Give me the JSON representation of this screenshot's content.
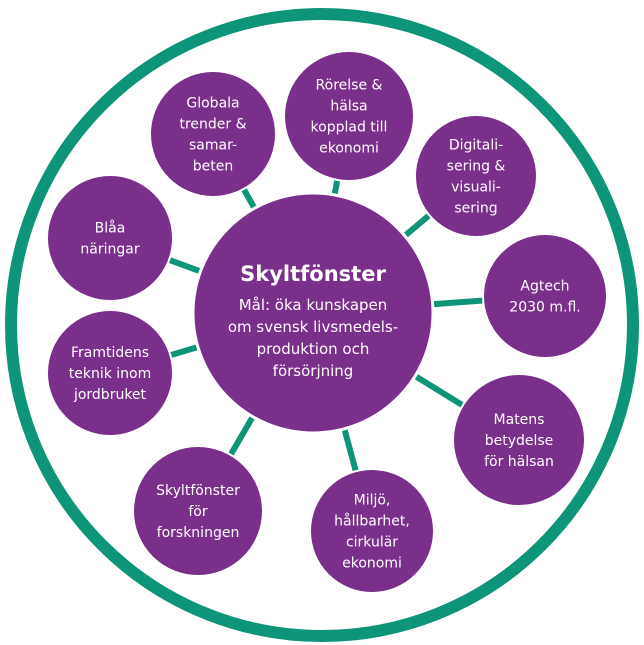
{
  "colors": {
    "ring": "#0e9479",
    "connector": "#0e9479",
    "node_fill": "#7a2f8a",
    "node_stroke": "#ffffff",
    "text": "#ffffff",
    "background": "#ffffff"
  },
  "center": {
    "title": "Skyltfönster",
    "lines": [
      "Mål: öka kunskapen",
      "om svensk livsmedels-",
      "produktion och",
      "försörjning"
    ]
  },
  "nodes": [
    {
      "id": "rorelse",
      "lines": [
        "Rörelse &",
        "hälsa",
        "kopplad till",
        "ekonomi"
      ]
    },
    {
      "id": "digitalisering",
      "lines": [
        "Digitali-",
        "sering &",
        "visuali-",
        "sering"
      ]
    },
    {
      "id": "agtech",
      "lines": [
        "Agtech",
        "2030 m.fl."
      ]
    },
    {
      "id": "matens",
      "lines": [
        "Matens",
        "betydelse",
        "för hälsan"
      ]
    },
    {
      "id": "miljo",
      "lines": [
        "Miljö,",
        "hållbarhet,",
        "cirkulär",
        "ekonomi"
      ]
    },
    {
      "id": "skyltfonster-forskning",
      "lines": [
        "Skyltfönster",
        "för",
        "forskningen"
      ]
    },
    {
      "id": "framtidens",
      "lines": [
        "Framtidens",
        "teknik inom",
        "jordbruket"
      ]
    },
    {
      "id": "blaa",
      "lines": [
        "Blåa",
        "näringar"
      ]
    },
    {
      "id": "globala",
      "lines": [
        "Globala",
        "trender &",
        "samar-",
        "beten"
      ]
    }
  ]
}
